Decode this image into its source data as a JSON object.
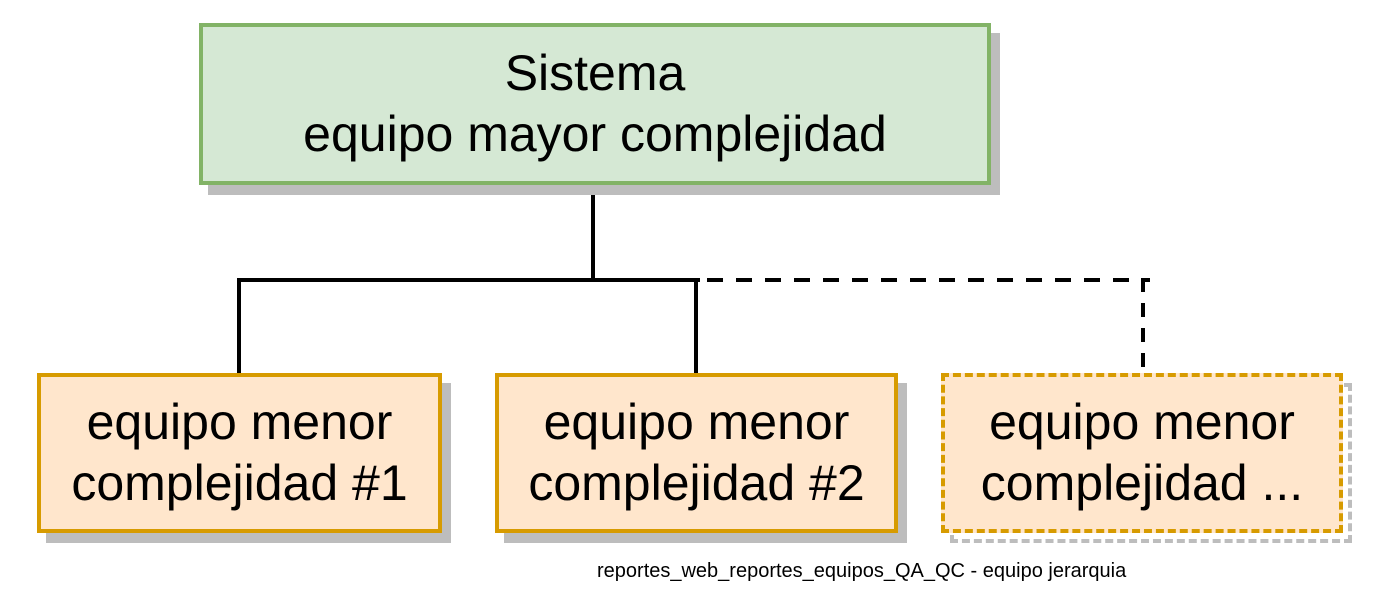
{
  "diagram": {
    "root": {
      "line1": "Sistema",
      "line2": "equipo mayor complejidad"
    },
    "children": [
      {
        "line1": "equipo menor",
        "line2": "complejidad #1",
        "link_style": "solid"
      },
      {
        "line1": "equipo menor",
        "line2": "complejidad #2",
        "link_style": "solid"
      },
      {
        "line1": "equipo menor",
        "line2": "complejidad ...",
        "link_style": "dashed"
      }
    ],
    "caption": "reportes_web_reportes_equipos_QA_QC - equipo jerarquia",
    "colors": {
      "page_bg": "#ffffff",
      "root_fill": "#d5e8d4",
      "root_stroke": "#82b366",
      "child_fill": "#ffe6cc",
      "child_stroke": "#d79b00",
      "connector": "#000000",
      "shadow": "#bdbdbd",
      "text": "#000000"
    }
  }
}
